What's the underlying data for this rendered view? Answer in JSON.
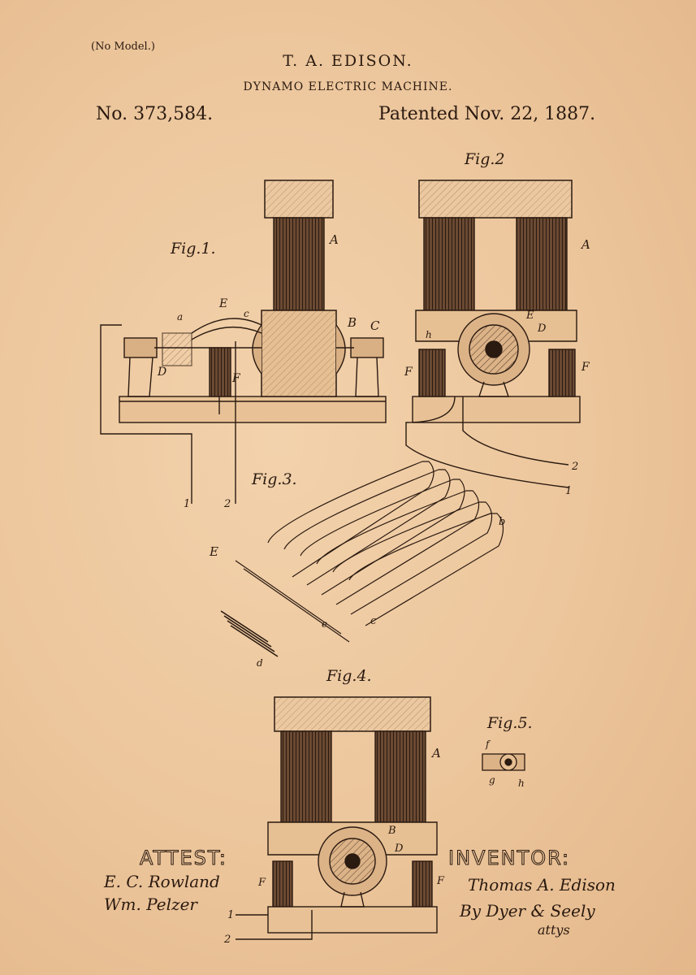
{
  "header": {
    "no_model": "(No Model.)",
    "inventor": "T. A. EDISON.",
    "title": "DYNAMO ELECTRIC MACHINE.",
    "patent_number": "No. 373,584.",
    "patented": "Patented Nov. 22, 1887."
  },
  "figures": {
    "fig1": "Fig.1.",
    "fig2": "Fig.2",
    "fig3": "Fig.3.",
    "fig4": "Fig.4.",
    "fig5": "Fig.5."
  },
  "part_labels": {
    "A": "A",
    "B": "B",
    "C": "C",
    "D": "D",
    "E": "E",
    "F": "F",
    "a": "a",
    "b": "b",
    "c": "c",
    "e": "e",
    "h": "h",
    "f": "f",
    "g": "g",
    "d": "d",
    "wire_1": "1",
    "wire_2": "2"
  },
  "signatures": {
    "attest_label": "ATTEST:",
    "inventor_label": "INVENTOR:",
    "witness_1": "E. C. Rowland",
    "witness_2": "Wm. Pelzer",
    "inventor_signature": "Thomas A. Edison",
    "attorney_signature": "By Dyer & Seely",
    "attorney_suffix": "attys"
  },
  "colors": {
    "paper": "#ecc59b",
    "ink": "#2a1a10"
  }
}
